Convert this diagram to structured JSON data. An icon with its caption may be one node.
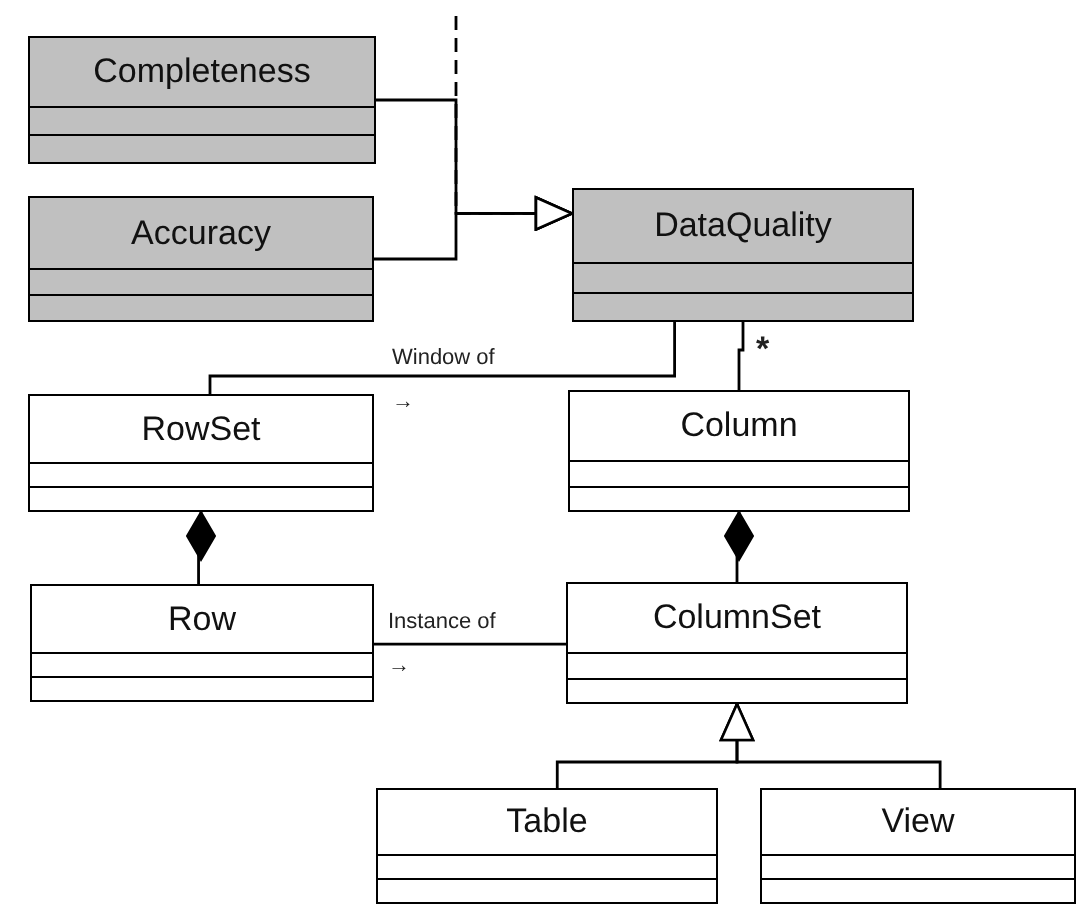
{
  "diagram": {
    "nodes": [
      {
        "text": [
          "Completeness"
        ]
      },
      {
        "text": [
          "Accuracy"
        ]
      },
      {
        "text": [
          "DataQuality"
        ]
      },
      {
        "text": [
          "RowSet"
        ]
      },
      {
        "text": [
          "Column"
        ]
      },
      {
        "text": [
          "Row"
        ]
      },
      {
        "text": [
          "ColumnSet"
        ]
      },
      {
        "text": [
          "Table"
        ]
      },
      {
        "text": [
          "View"
        ]
      }
    ],
    "edges": [
      {
        "from": 0,
        "to": 2,
        "arrow": "to"
      },
      {
        "from": 1,
        "to": 2,
        "arrow": "to"
      },
      {
        "from": null,
        "to": 2,
        "arrow": "to",
        "style": "dashed"
      },
      {
        "from": 3,
        "to": 2,
        "arrow": "none",
        "label": "Window of →"
      },
      {
        "from": 4,
        "to": 2,
        "arrow": "none",
        "label": "*"
      },
      {
        "from": 5,
        "to": 3,
        "arrow": "other"
      },
      {
        "from": 6,
        "to": 4,
        "arrow": "other"
      },
      {
        "from": 5,
        "to": 6,
        "arrow": "none",
        "label": "Instance of →"
      },
      {
        "from": 7,
        "to": 6,
        "arrow": "to"
      },
      {
        "from": 8,
        "to": 6,
        "arrow": "to"
      }
    ]
  }
}
